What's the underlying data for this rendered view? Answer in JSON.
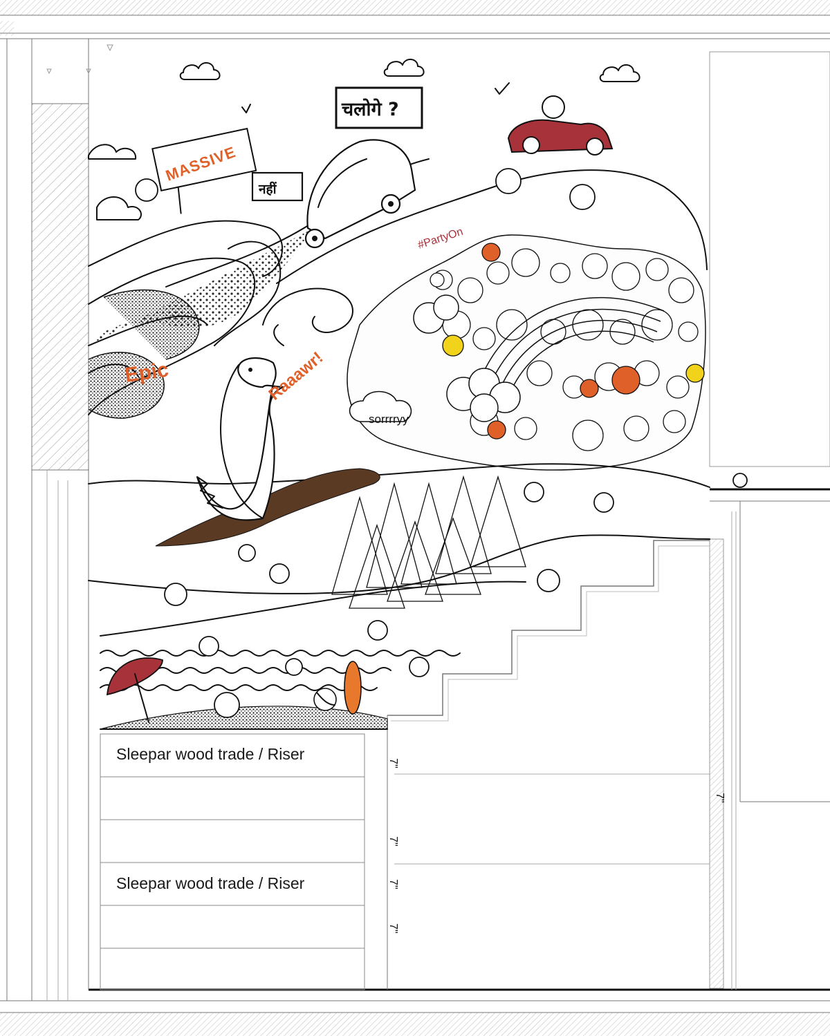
{
  "mural": {
    "massive": "MASSIVE",
    "nahi": "नहीं",
    "chaloge": "चलोगे ?",
    "party_on": "#PartyOn",
    "epic": "Epic",
    "raaawr": "Raaawr!",
    "sorry": "sorrrryy"
  },
  "drawing": {
    "riser_label_1": "Sleepar wood trade / Riser",
    "riser_label_2": "Sleepar wood trade / Riser",
    "dimension_mark": "7\""
  },
  "colors": {
    "accent_orange": "#e0602a",
    "umbrella_red": "#a8323a",
    "car_red": "#a8323a",
    "soil_brown": "#5b3a24",
    "surfboard_orange": "#e8782c",
    "yellow_face": "#f0d31a"
  }
}
